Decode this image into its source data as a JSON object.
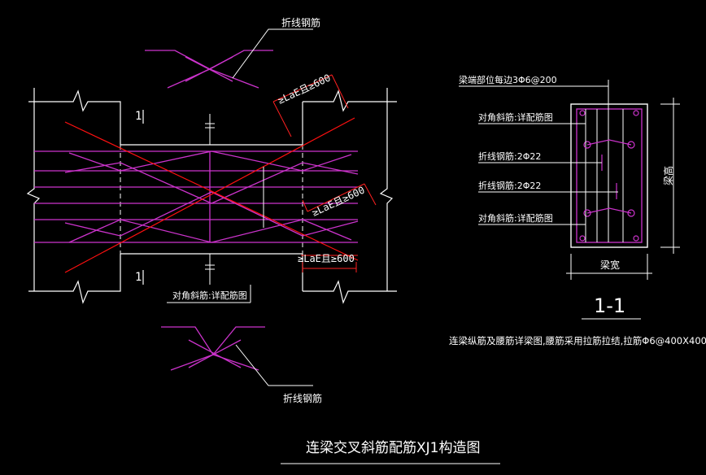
{
  "colors": {
    "background": "#000000",
    "outline": "#ffffff",
    "diagonal_bar": "#ff0000",
    "bent_bar": "#cc33cc",
    "dimension": "#ff2020",
    "text": "#ffffff"
  },
  "labels": {
    "bent_bar_top": "折线钢筋",
    "bent_bar_bottom": "折线钢筋",
    "anchor_1": "≥LaE且≥600",
    "anchor_2": "≥LaE且≥600",
    "anchor_3": "≥LaE且≥600",
    "section_mark_top": "1",
    "section_mark_bottom": "1",
    "diag_bar_note": "对角斜筋:详配筋图"
  },
  "section": {
    "stirrup_note": "梁端部位每边3Φ6@200",
    "diag_top": "对角斜筋:详配筋图",
    "bent_1": "折线钢筋:2Φ22",
    "bent_2": "折线钢筋:2Φ22",
    "diag_bottom": "对角斜筋:详配筋图",
    "height_label": "梁高",
    "width_label": "梁宽",
    "section_title": "1-1",
    "footnote": "连梁纵筋及腰筋详梁图,腰筋采用拉筋拉结,拉筋Φ6@400X400"
  },
  "title": "连梁交叉斜筋配筋XJ1构造图"
}
